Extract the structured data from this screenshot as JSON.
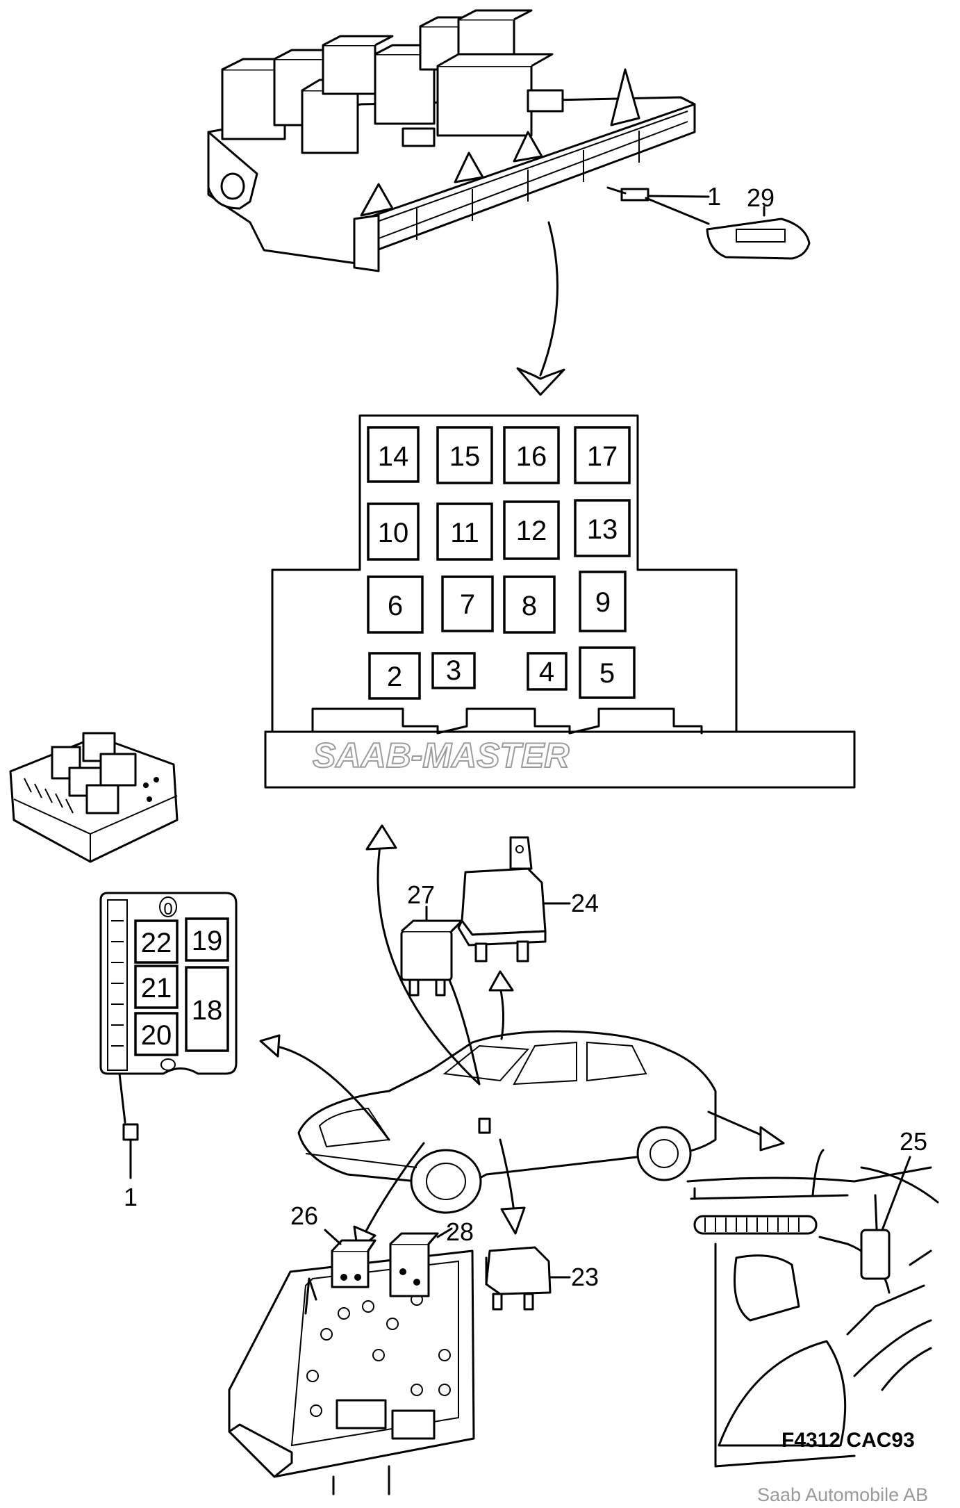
{
  "callouts": {
    "c1_top": "1",
    "c29": "29",
    "c1_bottom": "1",
    "c23": "23",
    "c24": "24",
    "c25": "25",
    "c26": "26",
    "c27": "27",
    "c28": "28"
  },
  "relay_panel": {
    "row1": [
      "14",
      "15",
      "16",
      "17"
    ],
    "row2": [
      "10",
      "11",
      "12",
      "13"
    ],
    "row3": [
      "6",
      "7",
      "8",
      "9"
    ],
    "row4": [
      "2",
      "3",
      "4",
      "5"
    ]
  },
  "fuse_panel": {
    "slots": [
      "22",
      "19",
      "21",
      "18",
      "20"
    ],
    "top_mark": "0"
  },
  "watermark": "SAAB-MASTER",
  "figure_code": "F4312 CAC93",
  "copyright": "Saab Automobile AB"
}
